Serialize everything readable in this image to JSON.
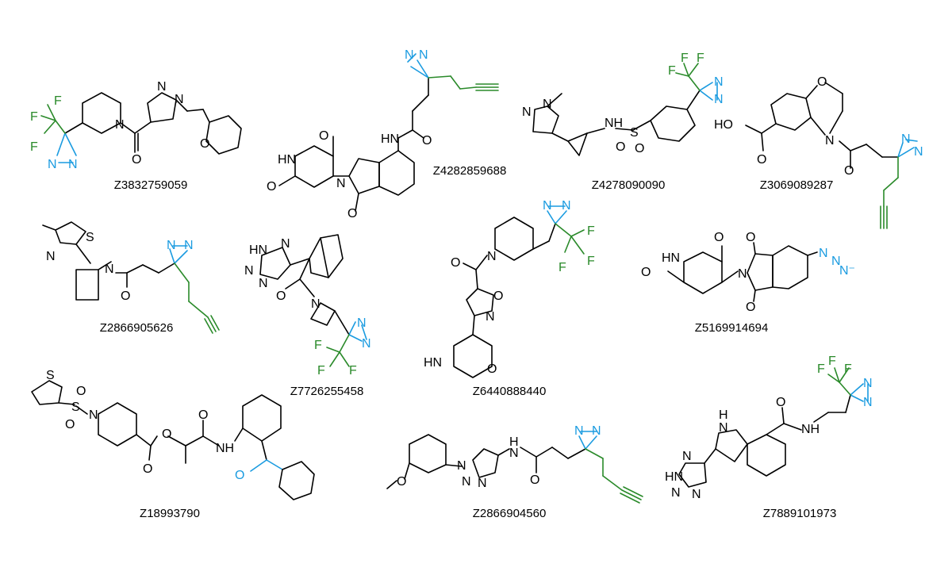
{
  "figure": {
    "colors": {
      "bond": "#000000",
      "diazirine": "#1a9be0",
      "fluoro_alkyne": "#2a8a2a",
      "background": "#ffffff"
    },
    "compounds": [
      {
        "id": "Z3832759059"
      },
      {
        "id": "Z4282859688"
      },
      {
        "id": "Z4278090090"
      },
      {
        "id": "Z3069089287"
      },
      {
        "id": "Z2866905626"
      },
      {
        "id": "Z7726255458"
      },
      {
        "id": "Z6440888440"
      },
      {
        "id": "Z5169914694"
      },
      {
        "id": "Z18993790"
      },
      {
        "id": "Z2866904560"
      },
      {
        "id": "Z7889101973"
      }
    ]
  }
}
